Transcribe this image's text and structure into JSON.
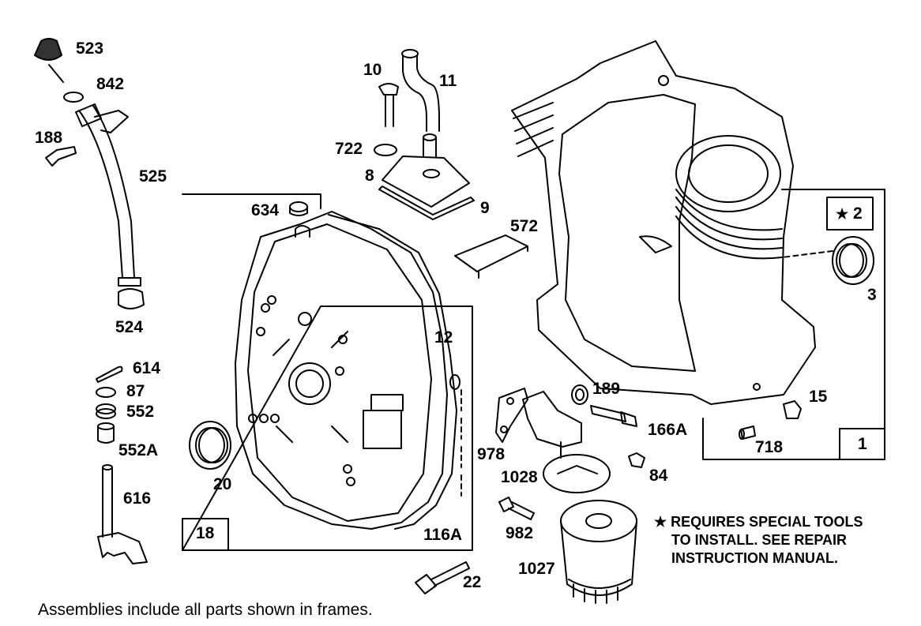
{
  "parts": {
    "p523": "523",
    "p842": "842",
    "p188": "188",
    "p525": "525",
    "p524": "524",
    "p614": "614",
    "p87": "87",
    "p552": "552",
    "p552a": "552A",
    "p616": "616",
    "p10": "10",
    "p11": "11",
    "p722": "722",
    "p8": "8",
    "p9": "9",
    "p572": "572",
    "p634": "634",
    "p12": "12",
    "p20": "20",
    "p18": "18",
    "p116a": "116A",
    "p22": "22",
    "p978": "978",
    "p1028": "1028",
    "p982": "982",
    "p1027": "1027",
    "p189": "189",
    "p166a": "166A",
    "p84": "84",
    "p15": "15",
    "p718": "718",
    "p1": "1",
    "p2": "2",
    "p3": "3"
  },
  "star_symbol": "★",
  "note": {
    "line1": "REQUIRES SPECIAL TOOLS",
    "line2": "TO INSTALL.  SEE REPAIR",
    "line3": "INSTRUCTION MANUAL."
  },
  "footer": "Assemblies include all parts shown in frames."
}
